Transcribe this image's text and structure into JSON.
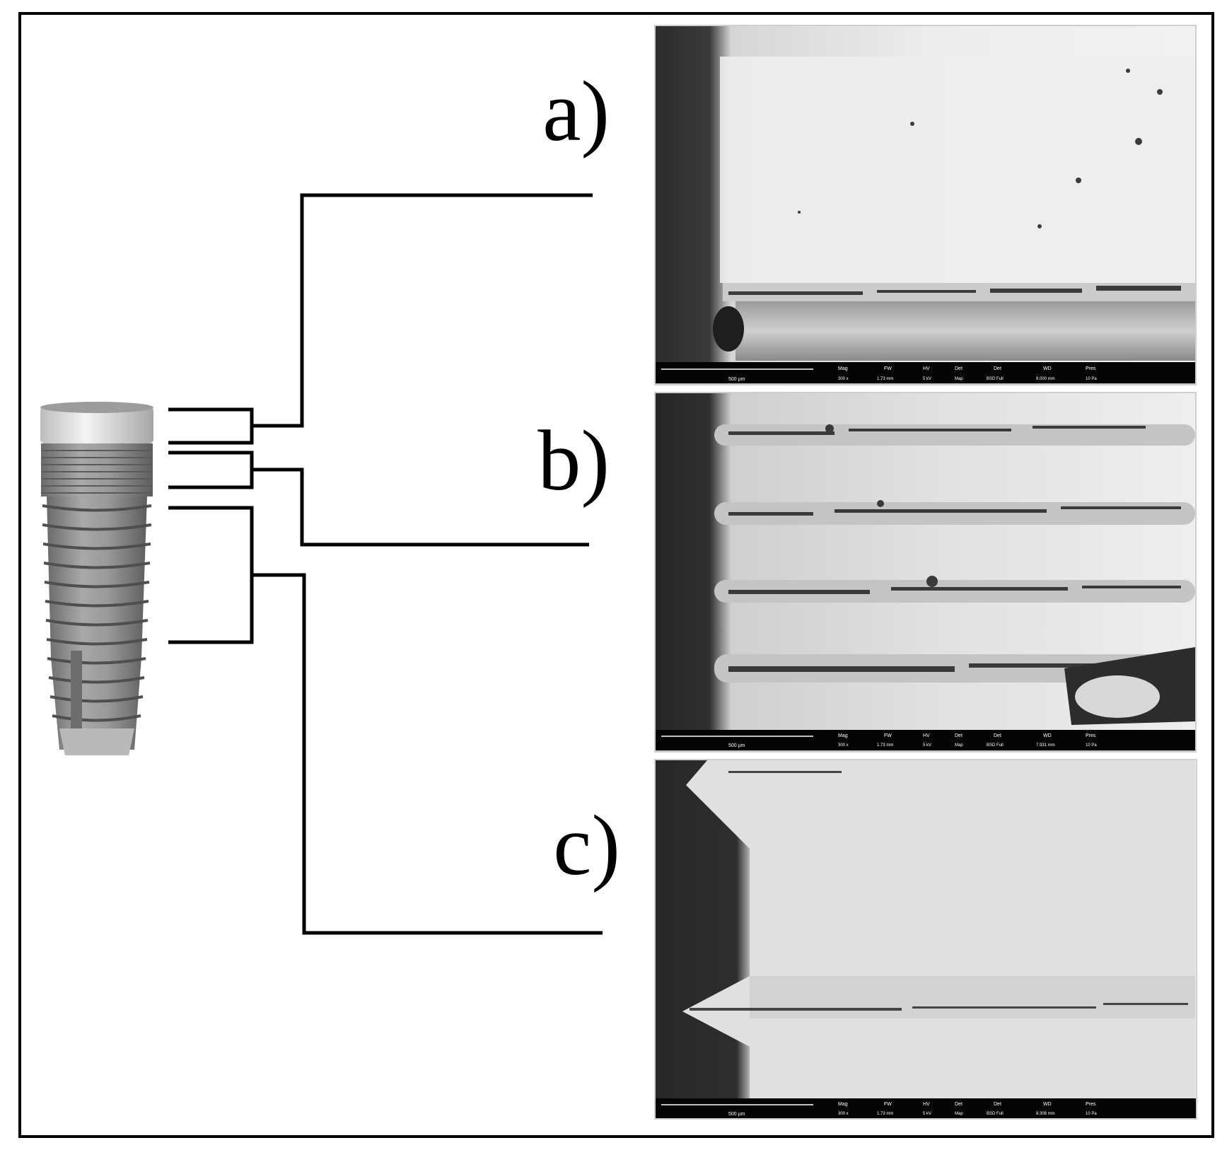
{
  "labels": {
    "a": "a)",
    "b": "b)",
    "c": "c)"
  },
  "sem_panels": [
    {
      "id": "a",
      "scale_bar": "500 µm",
      "headers": [
        "Mag",
        "FW",
        "HV",
        "Det",
        "Det",
        "WD",
        "Pres"
      ],
      "values": [
        "300 x",
        "1.73 mm",
        "5 kV",
        "Map",
        "BSD Full",
        "8.000 mm",
        "10 Pa"
      ]
    },
    {
      "id": "b",
      "scale_bar": "500 µm",
      "headers": [
        "Mag",
        "FW",
        "HV",
        "Det",
        "Det",
        "WD",
        "Pres"
      ],
      "values": [
        "300 x",
        "1.73 mm",
        "5 kV",
        "Map",
        "BSD Full",
        "7.931 mm",
        "10 Pa"
      ]
    },
    {
      "id": "c",
      "scale_bar": "500 µm",
      "headers": [
        "Mag",
        "FW",
        "HV",
        "Det",
        "Det",
        "WD",
        "Pres"
      ],
      "values": [
        "300 x",
        "1.73 mm",
        "5 kV",
        "Map",
        "BSD Full",
        "8.308 mm",
        "10 Pa"
      ]
    }
  ],
  "colors": {
    "frame": "#000000",
    "line": "#000000",
    "sem_bar": "#050505",
    "implant_metal": "#8f8f8f",
    "implant_collar": "#e8e8e8"
  }
}
